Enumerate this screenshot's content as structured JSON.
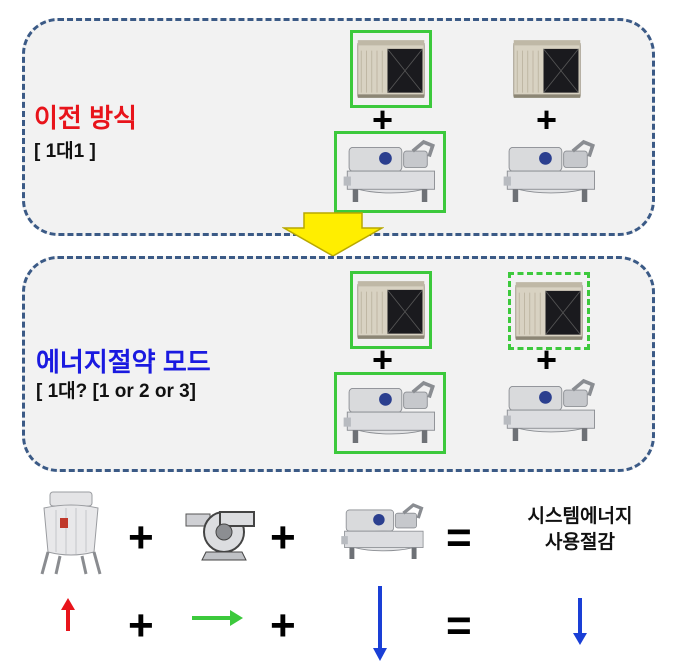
{
  "top_panel": {
    "title": "이전 방식",
    "subtitle": "[ 1대1 ]",
    "title_color": "#e8141b"
  },
  "bottom_panel": {
    "title": "에너지절약 모드",
    "subtitle": "[ 1대? [1 or 2 or 3]",
    "title_color": "#1a1ae0"
  },
  "symbols": {
    "plus": "+",
    "equals": "="
  },
  "equation": {
    "result_label": "시스템에너지\n사용절감"
  },
  "colors": {
    "panel_border": "#3b5a86",
    "highlight": "#3cc93c",
    "transition_arrow": "#ffee00",
    "up_arrow": "#e8141b",
    "right_arrow": "#3cc93c",
    "down_arrow": "#1a3fd6"
  },
  "icons": [
    "cooling-tower-icon",
    "chiller-icon",
    "round-cooling-tower-icon",
    "pump-icon",
    "down-arrow-icon",
    "up-arrow-icon",
    "right-arrow-icon"
  ]
}
